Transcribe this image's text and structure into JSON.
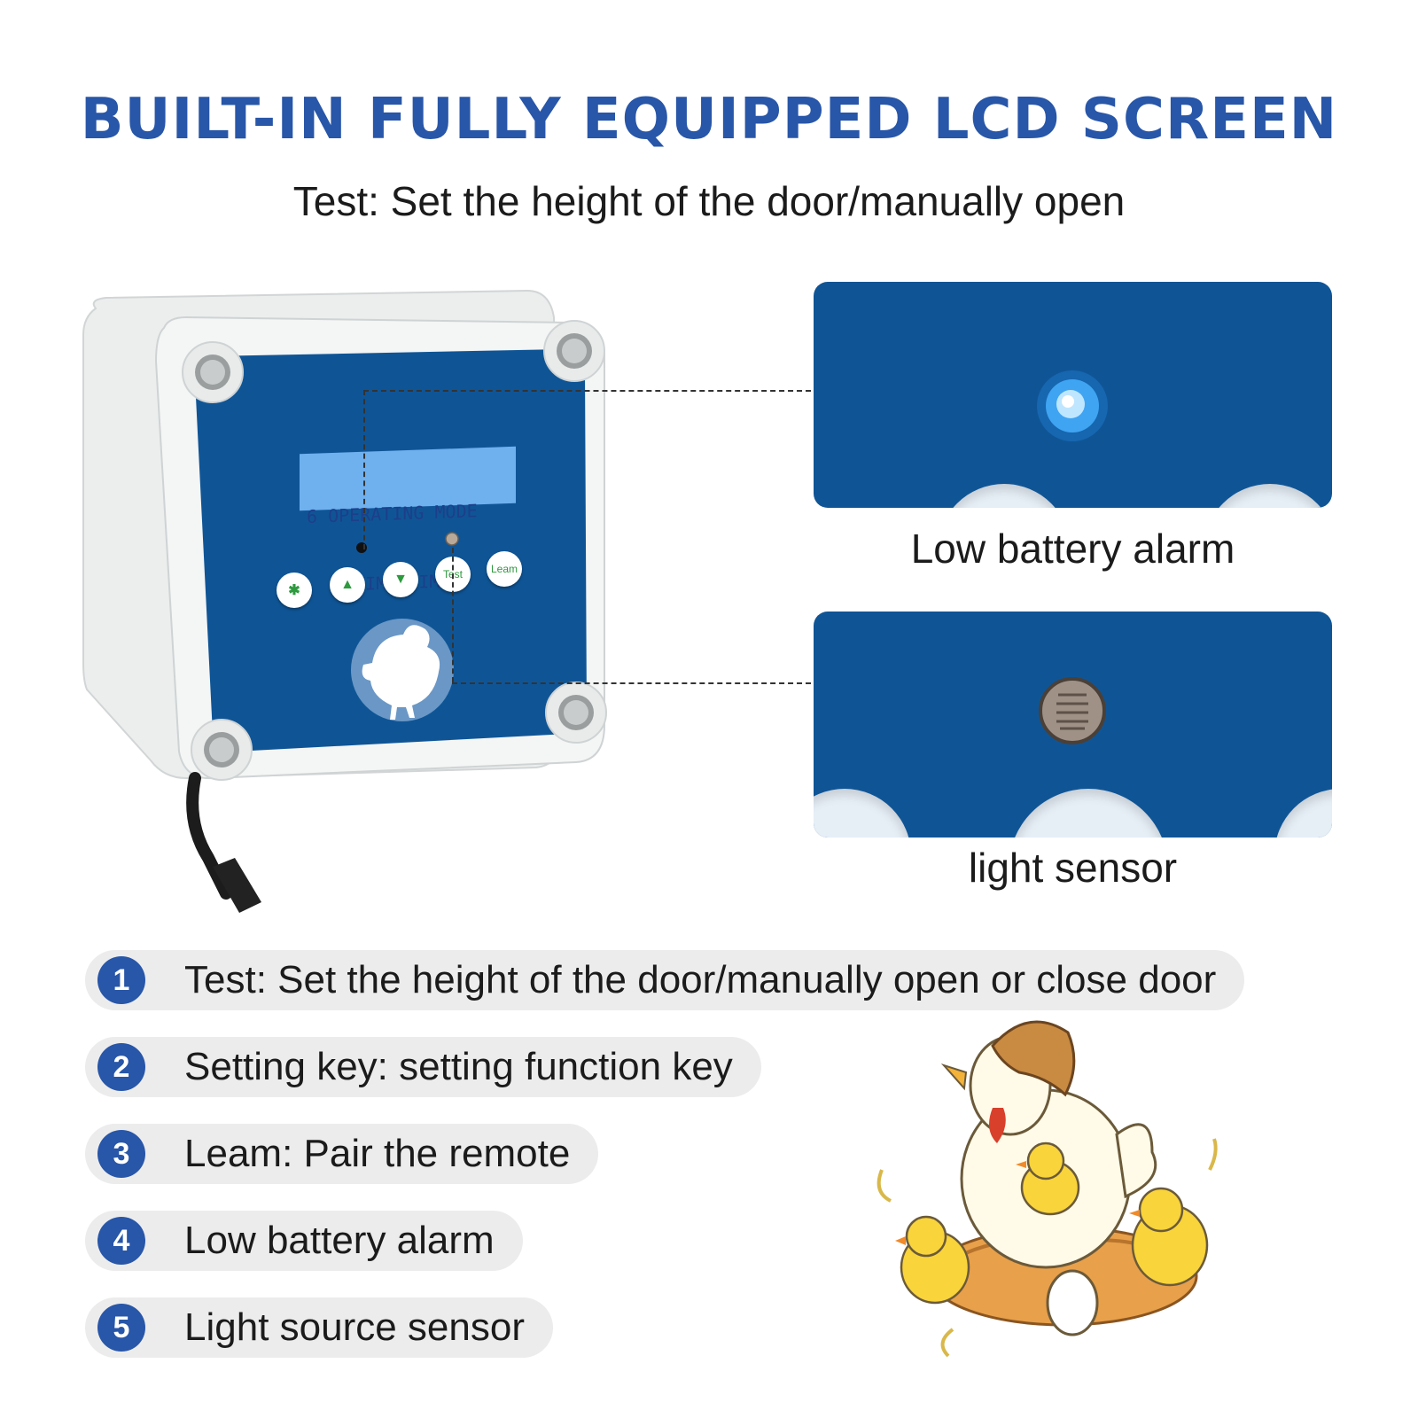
{
  "title": "BUILT-IN FULLY EQUIPPED LCD SCREEN",
  "subtitle": "Test: Set the height of the door/manually open",
  "device": {
    "lcd_line1": "6 OPERATING MODE",
    "lcd_line2": "A:TIME-TIME",
    "buttons": {
      "settings": "✱",
      "up": "▲",
      "down": "▼",
      "test": "Test",
      "learn": "Leam"
    }
  },
  "callouts": [
    {
      "caption": "Low battery alarm"
    },
    {
      "caption": "light sensor"
    }
  ],
  "features": [
    {
      "number": "1",
      "text": "Test: Set the height of the door/manually open or close door"
    },
    {
      "number": "2",
      "text": "Setting key: setting function key"
    },
    {
      "number": "3",
      "text": "Leam: Pair the remote"
    },
    {
      "number": "4",
      "text": "Low battery alarm"
    },
    {
      "number": "5",
      "text": "Light source sensor"
    }
  ],
  "colors": {
    "accent": "#2856a8",
    "panel_blue": "#0f5596",
    "lcd_blue": "#6fb0ee",
    "button_green": "#2d9a3e",
    "pill_gray": "#ececec"
  },
  "icons": [
    "gear-icon",
    "arrow-up-icon",
    "arrow-down-icon",
    "rooster-icon",
    "led-icon",
    "light-sensor-icon"
  ]
}
